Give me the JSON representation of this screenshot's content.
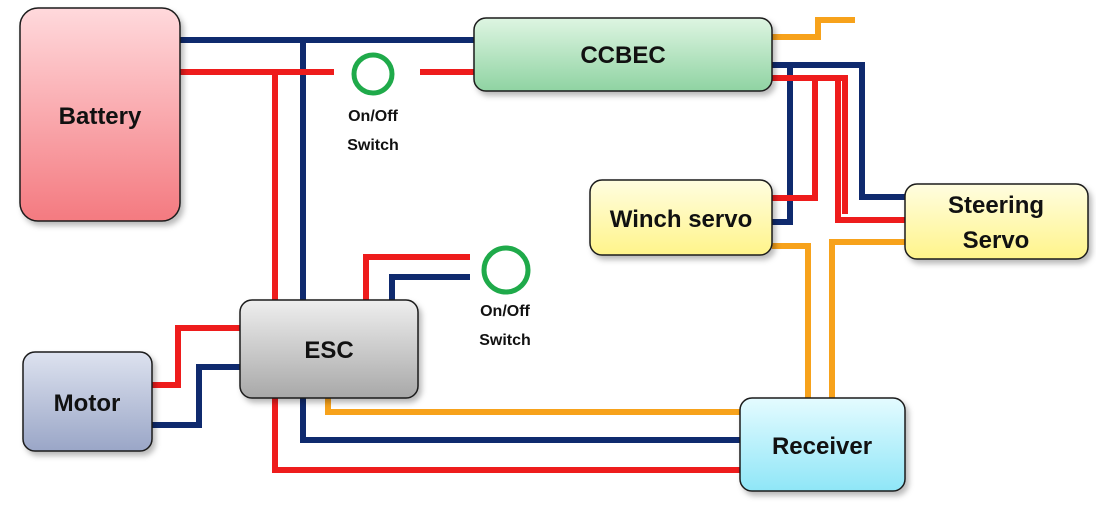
{
  "colors": {
    "positive_wire": "#ee1c1c",
    "negative_wire": "#0f2a6e",
    "signal_wire": "#f7a21b",
    "switch_ring": "#1faa4a"
  },
  "components": {
    "battery": "Battery",
    "ccbec": "CCBEC",
    "winch_servo": "Winch servo",
    "steering_servo_line1": "Steering",
    "steering_servo_line2": "Servo",
    "esc": "ESC",
    "motor": "Motor",
    "receiver": "Receiver"
  },
  "switches": {
    "main_line1": "On/Off",
    "main_line2": "Switch",
    "esc_line1": "On/Off",
    "esc_line2": "Switch"
  }
}
